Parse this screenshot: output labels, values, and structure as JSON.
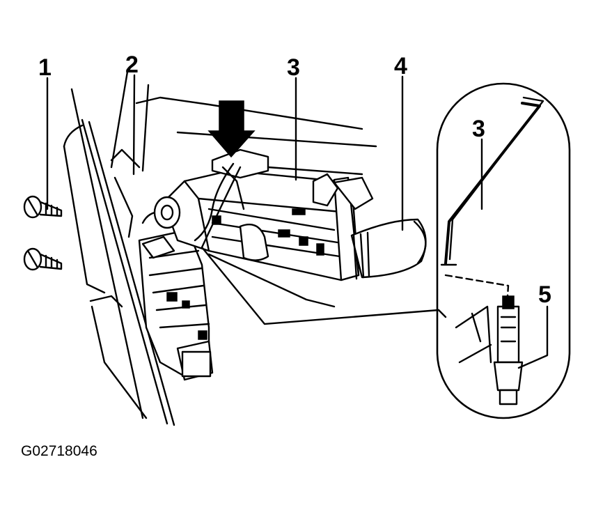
{
  "callouts": {
    "c1": "1",
    "c2": "2",
    "c3": "3",
    "c4": "4",
    "c3_inset": "3",
    "c5": "5"
  },
  "figure_code": "G02718046",
  "colors": {
    "ink": "#000000",
    "paper": "#ffffff"
  }
}
